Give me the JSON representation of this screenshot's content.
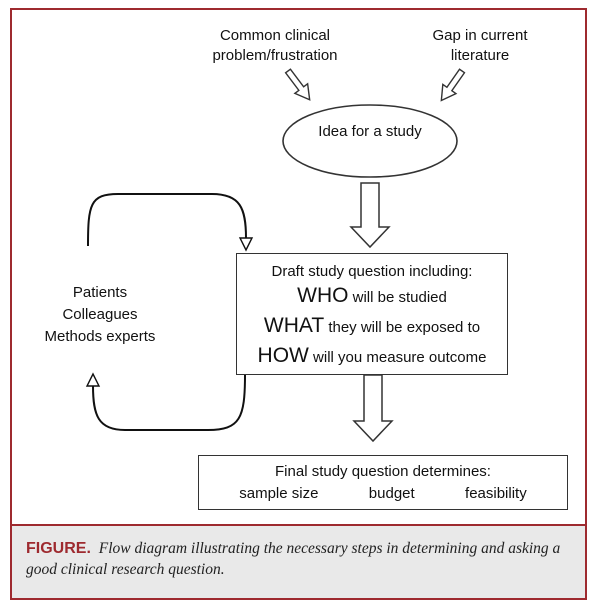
{
  "diagram": {
    "top_left_label": [
      "Common clinical",
      "problem/frustration"
    ],
    "top_right_label": [
      "Gap in current",
      "literature"
    ],
    "ellipse_label": "Idea for a study",
    "side_label": [
      "Patients",
      "Colleagues",
      "Methods experts"
    ],
    "draft_box": {
      "heading": "Draft study question including:",
      "rows": [
        {
          "key": "WHO",
          "rest": " will be studied"
        },
        {
          "key": "WHAT",
          "rest": " they will be exposed to"
        },
        {
          "key": "HOW",
          "rest": " will you measure outcome"
        }
      ]
    },
    "final_box": {
      "heading": "Final study question determines:",
      "items": [
        "sample size",
        "budget",
        "feasibility"
      ]
    }
  },
  "caption": {
    "label": "FIGURE.",
    "text": "Flow diagram illustrating the necessary steps in determining and asking a good clinical research question."
  },
  "colors": {
    "frame": "#9e2a2f",
    "caption_bg": "#e9e9e9"
  }
}
